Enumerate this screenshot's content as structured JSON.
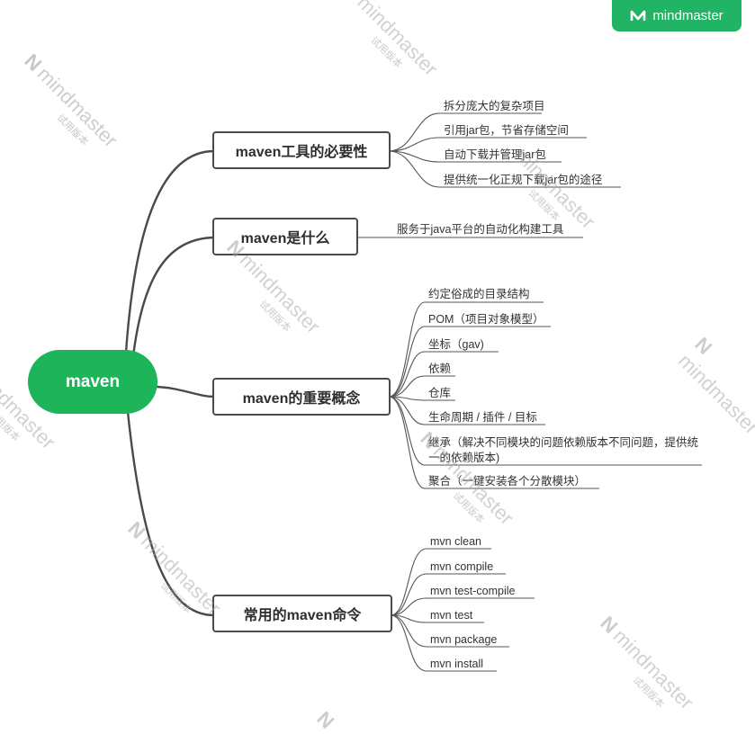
{
  "brand": {
    "name": "mindmaster",
    "logo_icon": "mindmaster-logo-icon",
    "color": "#21b464"
  },
  "root": {
    "label": "maven",
    "color": "#1db45a"
  },
  "branches": [
    {
      "label": "maven工具的必要性",
      "items": [
        "拆分庞大的复杂项目",
        "引用jar包，节省存储空间",
        "自动下载并管理jar包",
        "提供统一化正规下载jar包的途径"
      ]
    },
    {
      "label": "maven是什么",
      "items": [
        "服务于java平台的自动化构建工具"
      ]
    },
    {
      "label": "maven的重要概念",
      "items": [
        "约定俗成的目录结构",
        "POM（项目对象模型）",
        "坐标（gav)",
        "依赖",
        "仓库",
        "生命周期 / 插件 / 目标",
        "继承（解决不同模块的问题依赖版本不同问题，提供统一的依赖版本)",
        "聚合（一键安装各个分散模块）"
      ]
    },
    {
      "label": "常用的maven命令",
      "items": [
        "mvn clean",
        "mvn compile",
        "mvn test-compile",
        "mvn test",
        "mvn package",
        "mvn install"
      ]
    }
  ],
  "watermark": {
    "name": "mindmaster",
    "sub": "试用版本"
  },
  "colors": {
    "line": "#4a4a4a",
    "leaf_line": "#555555"
  }
}
